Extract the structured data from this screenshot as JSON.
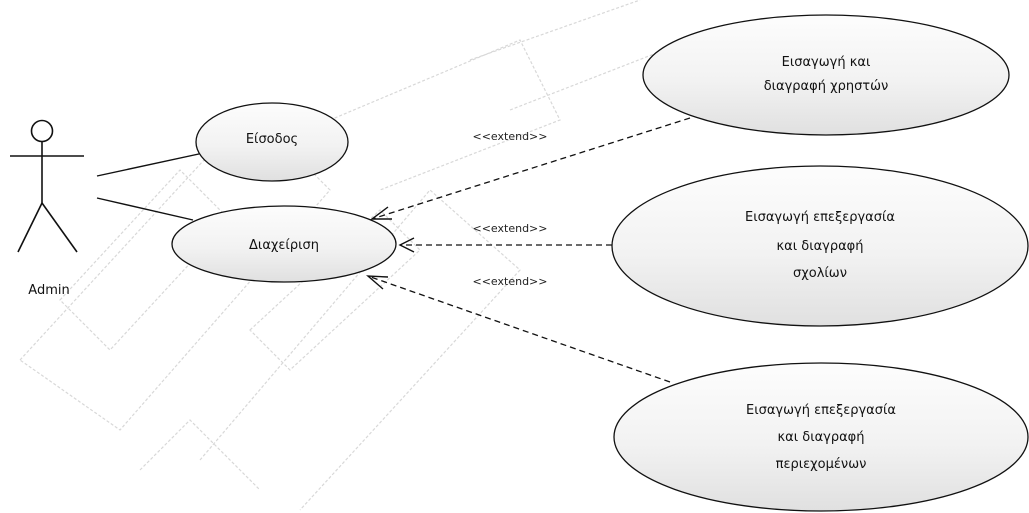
{
  "actor": {
    "name": "Admin"
  },
  "use_cases": {
    "login": "Είσοδος",
    "manage": "Διαχείριση",
    "users": [
      "Εισαγωγή και",
      "διαγραφή χρηστών"
    ],
    "comments": [
      "Εισαγωγή επεξεργασία",
      "και διαγραφή",
      "σχολίων"
    ],
    "content": [
      "Εισαγωγή επεξεργασία",
      "και διαγραφή",
      "περιεχομένων"
    ]
  },
  "relations": {
    "extend_users": "<<extend>>",
    "extend_comments": "<<extend>>",
    "extend_content": "<<extend>>"
  },
  "colors": {
    "ellipse_fill_light": "#fdfdfd",
    "ellipse_fill_dark": "#e3e3e3",
    "stroke": "#111111",
    "watermark": "#d8d8d8"
  }
}
